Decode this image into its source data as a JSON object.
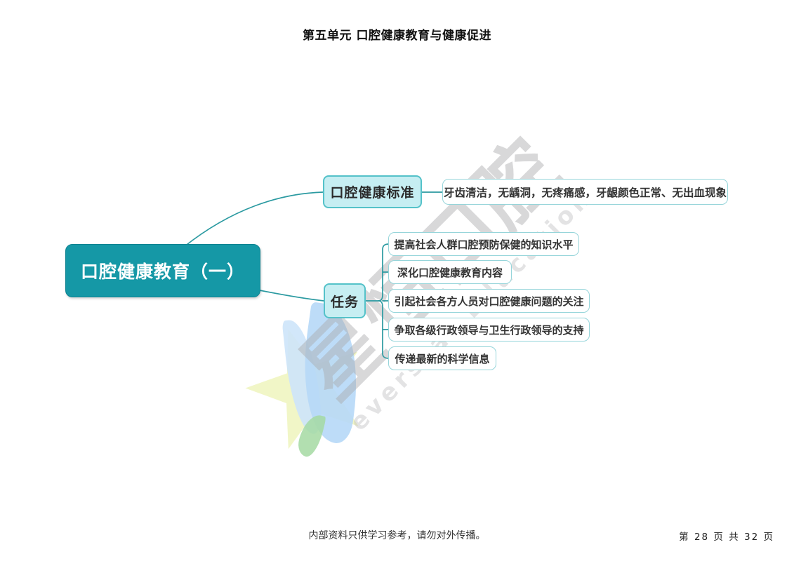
{
  "page": {
    "title": "第五单元 口腔健康教育与健康促进",
    "footer_note": "内部资料只供学习参考，请勿对外传播。",
    "page_indicator": "第 28 页 共 32 页"
  },
  "watermark": {
    "brand_cn": "星恒口腔",
    "brand_en": "everstar Education",
    "logo": "star-flame-logo"
  },
  "mindmap": {
    "root": {
      "label": "口腔健康教育（一）"
    },
    "branches": [
      {
        "label": "口腔健康标准",
        "children": [
          {
            "label": "牙齿清洁，无龋洞，无疼痛感，牙龈颜色正常、无出血现象"
          }
        ]
      },
      {
        "label": "任务",
        "children": [
          {
            "label": "提高社会人群口腔预防保健的知识水平"
          },
          {
            "label": "深化口腔健康教育内容"
          },
          {
            "label": "引起社会各方人员对口腔健康问题的关注"
          },
          {
            "label": "争取各级行政领导与卫生行政领导的支持"
          },
          {
            "label": "传递最新的科学信息"
          }
        ]
      }
    ]
  },
  "colors": {
    "root_fill": "#1598a6",
    "branch_fill": "#c6eef2",
    "branch_border": "#54c2c9",
    "leaf_border": "#96d5da",
    "connector": "#2b9aa1",
    "watermark_gray": "#a8a8aa"
  }
}
